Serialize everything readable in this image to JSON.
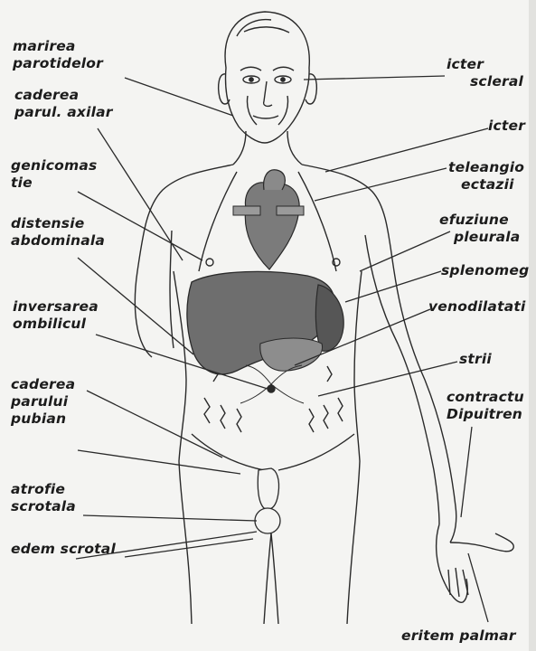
{
  "labels": {
    "marirea_parotidelor": [
      "marirea",
      "parotidelor"
    ],
    "caderea_parul_axilar": [
      "caderea",
      "parul. axilar"
    ],
    "genicomastie": [
      "genicomas",
      "tie"
    ],
    "distensie_abdominala": [
      "distensie",
      "abdominala"
    ],
    "inversarea_ombilicului": [
      "inversarea",
      "ombilicul"
    ],
    "caderea_parului_pubian": [
      "caderea",
      "parului",
      "pubian"
    ],
    "atrofie_scrotala": [
      "atrofie",
      "scrotala"
    ],
    "edem_scrotal": [
      "edem scrotal"
    ],
    "icter_scleral": [
      "icter",
      "scleral"
    ],
    "icter": [
      "icter"
    ],
    "teleangiectazii": [
      "teleangio",
      "ectazii"
    ],
    "efuziune_pleurala": [
      "efuziune",
      "pleurala"
    ],
    "splenomegalie": [
      "splenomeg"
    ],
    "venodilatatie": [
      "venodilatati"
    ],
    "strii": [
      "strii"
    ],
    "contractura_dupuytren": [
      "contractu",
      "Dipuitren"
    ],
    "eritem_palmar": [
      "eritem palmar"
    ]
  },
  "colors": {
    "ink": "#2a2a2a",
    "paper": "#f4f4f2",
    "organ_fill": "#7b7b7b",
    "organ_dark": "#5a5a5a"
  }
}
